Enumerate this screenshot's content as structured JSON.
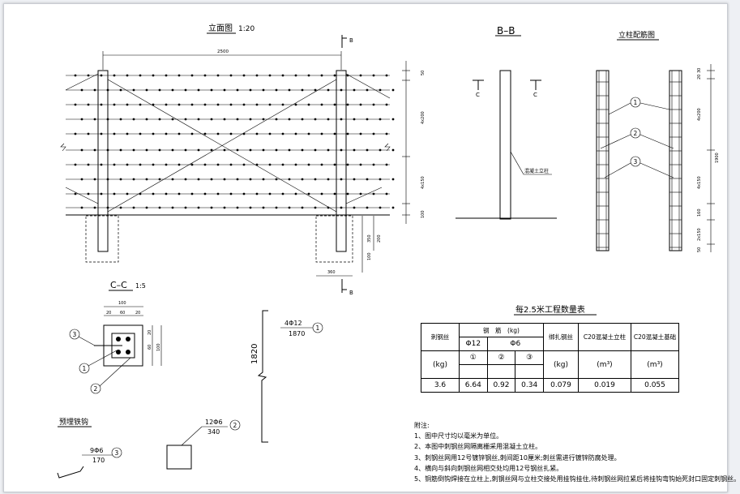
{
  "titles": {
    "elevation": "立面图",
    "elevation_scale": "1:20",
    "bb": "B–B",
    "rebar": "立柱配筋图",
    "cc": "C–C",
    "cc_scale": "1:5",
    "hook": "预埋铁钩",
    "qty": "每2.5米工程数量表",
    "notes_head": "附注:"
  },
  "dims": {
    "span": "2500",
    "e_50": "50",
    "e_4x200": "4x200",
    "e_4x150": "4x150",
    "e_100": "100",
    "e_350": "350",
    "e_200": "200",
    "e_100b": "100",
    "e_360": "360",
    "r_20": "20 30",
    "r_4x200": "4x200",
    "r_1900": "1900",
    "r_4x150": "4x150",
    "r_160": "160",
    "r_2x150": "2x150",
    "r_50": "50",
    "c_100": "100",
    "c_20a": "20",
    "c_60": "60",
    "c_20b": "20",
    "c_20c": "20",
    "c_60b": "60",
    "c_100b": "100",
    "bar1_len": "1820"
  },
  "labels": {
    "b_mark": "B",
    "c_mark": "C",
    "post_label": "混凝土立柱",
    "n1": "1",
    "n2": "2",
    "n3": "3",
    "bar1_spec": "4Φ12",
    "bar1_total": "1870",
    "bar2_spec": "12Φ6",
    "bar2_total": "340",
    "bar3_spec": "9Φ6",
    "bar3_total": "170"
  },
  "table": {
    "h_wire": "刺钢丝",
    "h_bar": "钢　筋　(kg)",
    "h_tie": "绑扎钢丝",
    "h_post": "C20混凝土立柱",
    "h_found": "C20混凝土基础",
    "phi12": "Φ12",
    "phi6": "Φ6",
    "kg1": "(kg)",
    "kg2": "(kg)",
    "m3a": "(m³)",
    "m3b": "(m³)",
    "c1": "①",
    "c2": "②",
    "c3": "③",
    "values": [
      "3.6",
      "6.64",
      "0.92",
      "0.34",
      "0.079",
      "0.019",
      "0.055"
    ]
  },
  "notes": [
    "1、图中尺寸均以毫米为单位。",
    "2、本图中刺钢丝网隔离栅采用混凝土立柱。",
    "3、刺钢丝网用12号镀锌钢丝,刺间距10厘米;刺丝需进行镀锌防腐处理。",
    "4、横向与斜向刺钢丝网相交处均用12号钢丝扎紧。",
    "5、铜筋倒钩焊接在立柱上,刺钢丝网与立柱交接处用挂钩挂住,待刺钢丝网拉紧后将挂钩弯钩始死封口固定刺钢丝。"
  ]
}
